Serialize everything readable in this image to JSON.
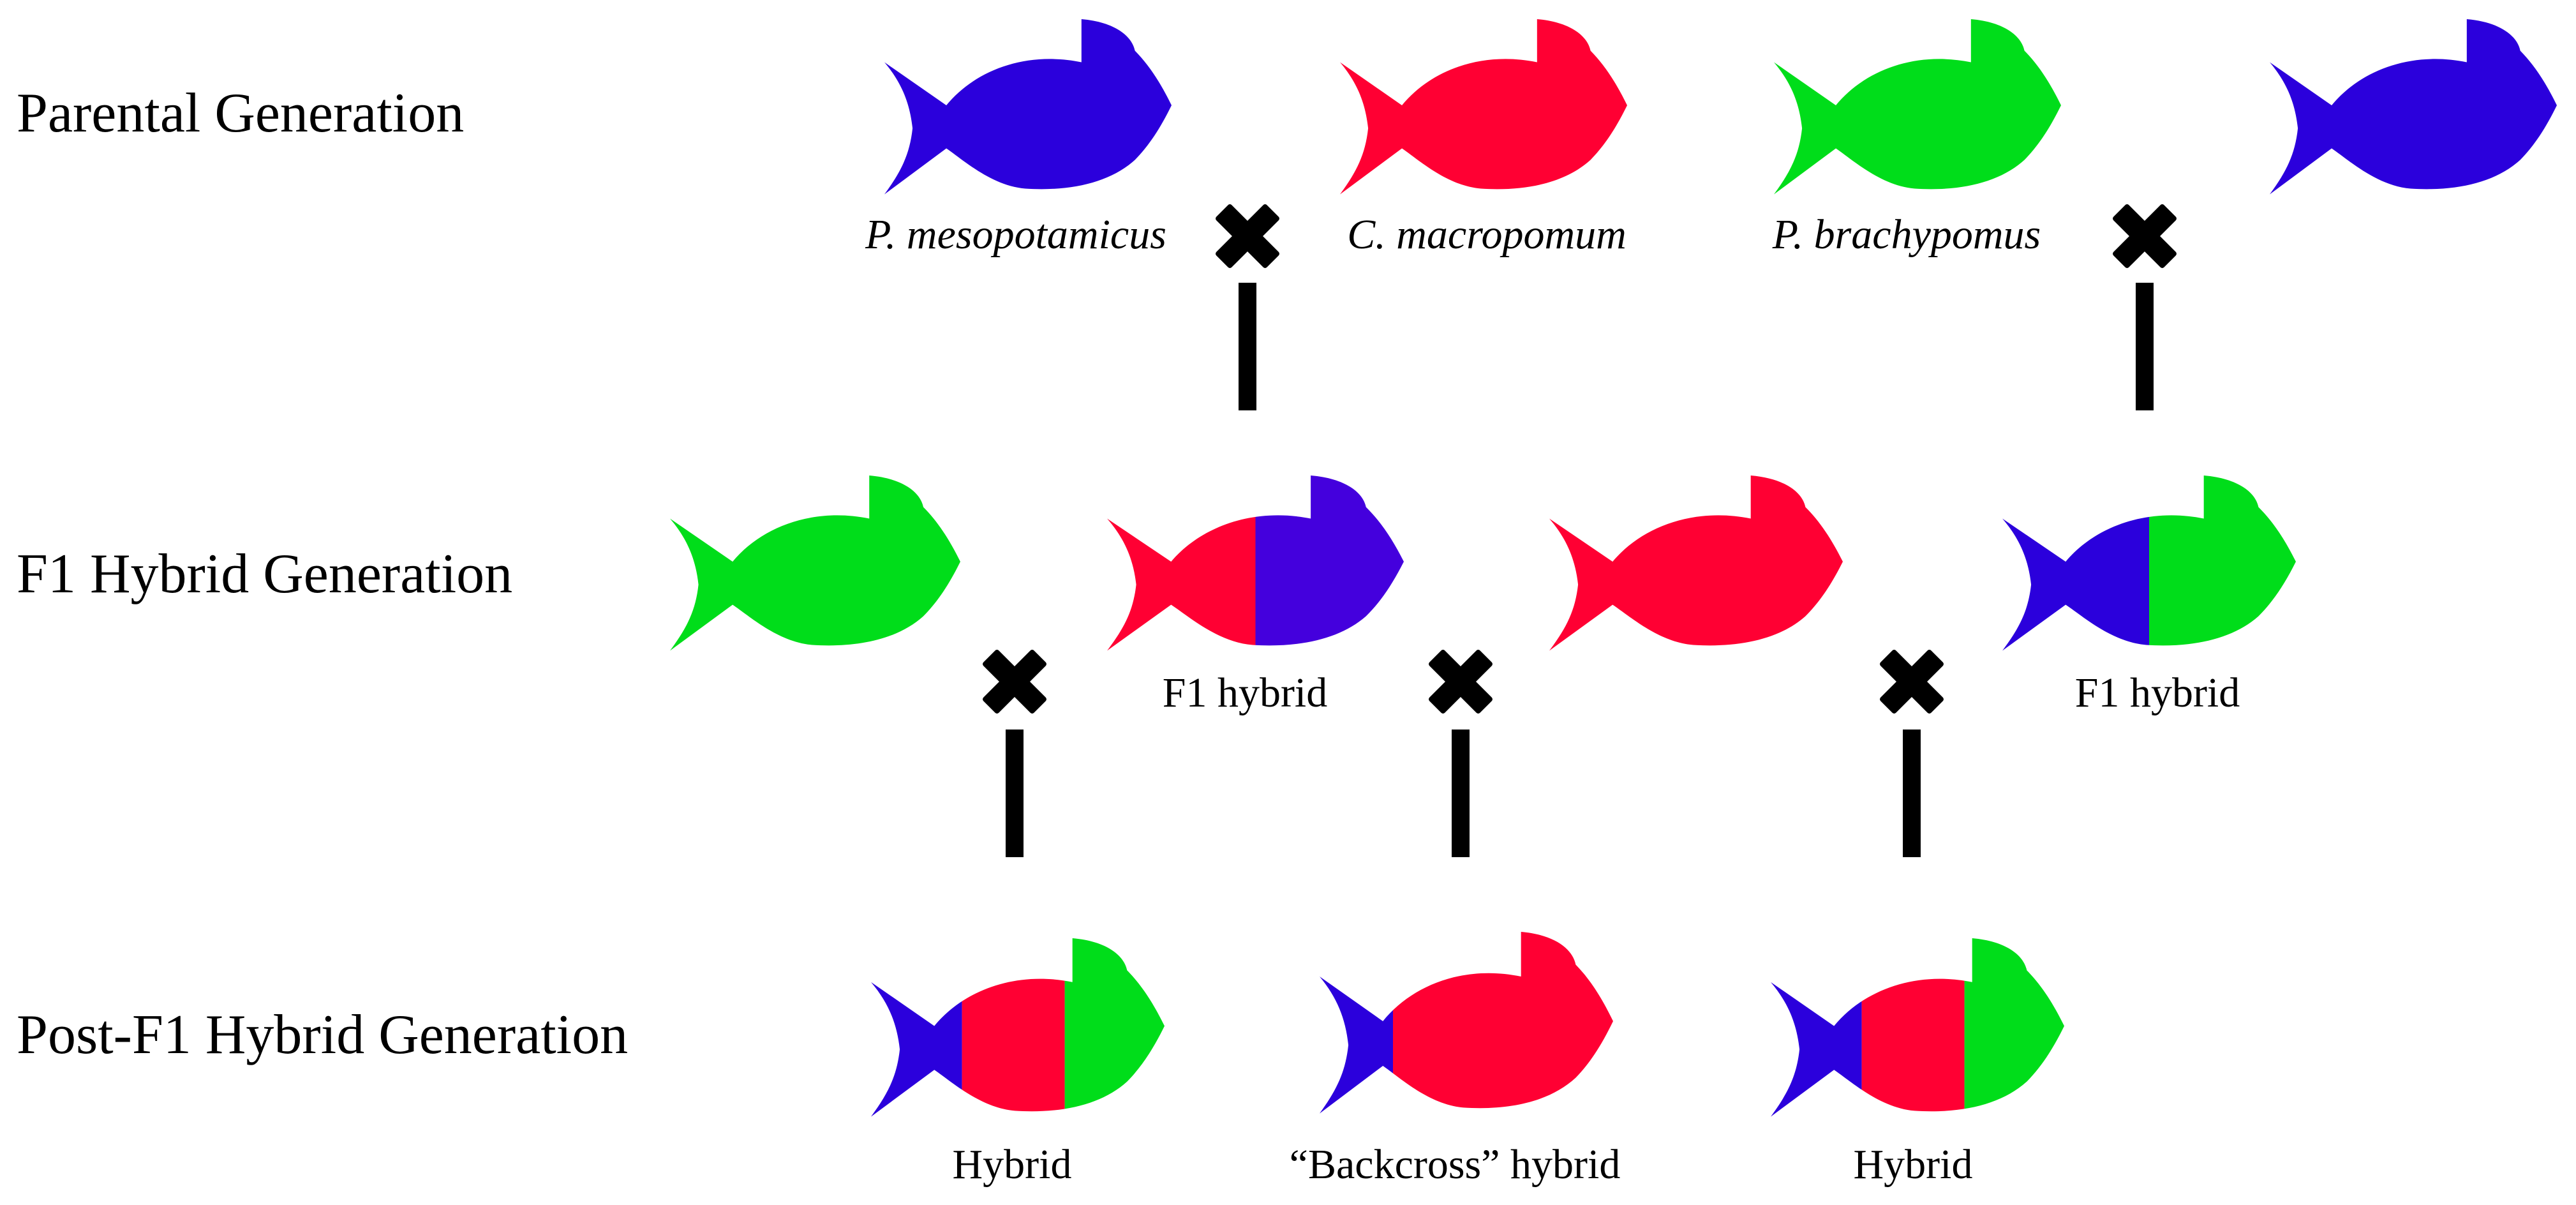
{
  "generations": {
    "parental": "Parental Generation",
    "f1": "F1 Hybrid Generation",
    "post_f1": "Post-F1 Hybrid Generation"
  },
  "species": {
    "p_mesopotamicus": "P. mesopotamicus",
    "c_macropomum": "C. macropomum",
    "p_brachypomus": "P. brachypomus"
  },
  "captions": {
    "f1_left": "F1 hybrid",
    "f1_right": "F1 hybrid",
    "post_left": "Hybrid",
    "post_middle": "“Backcross” hybrid",
    "post_right": "Hybrid"
  },
  "colors": {
    "blue": "#2b00dc",
    "red": "#ff0033",
    "green": "#00dd1a",
    "purple": "#4400dd",
    "cross_symbol": "#000000"
  },
  "icons": {
    "cross": "cross-symbol-icon",
    "fish": "fish-icon"
  },
  "fish": [
    {
      "name": "fish-blue-p-mesopotamicus",
      "colors": [
        "blue"
      ]
    },
    {
      "name": "fish-red-c-macropomum",
      "colors": [
        "red"
      ]
    },
    {
      "name": "fish-green-p-brachypomus",
      "colors": [
        "green"
      ]
    },
    {
      "name": "fish-blue-parental-right",
      "colors": [
        "blue"
      ]
    },
    {
      "name": "fish-green-f1-row",
      "colors": [
        "green"
      ]
    },
    {
      "name": "fish-f1-hybrid-red-purple",
      "colors": [
        "red",
        "purple"
      ]
    },
    {
      "name": "fish-red-f1-row",
      "colors": [
        "red"
      ]
    },
    {
      "name": "fish-f1-hybrid-blue-green",
      "colors": [
        "blue",
        "green"
      ]
    },
    {
      "name": "fish-post-f1-hybrid-left",
      "colors": [
        "blue",
        "red",
        "green"
      ]
    },
    {
      "name": "fish-backcross-hybrid",
      "colors": [
        "blue",
        "red"
      ]
    },
    {
      "name": "fish-post-f1-hybrid-right",
      "colors": [
        "blue",
        "red",
        "green"
      ]
    }
  ]
}
